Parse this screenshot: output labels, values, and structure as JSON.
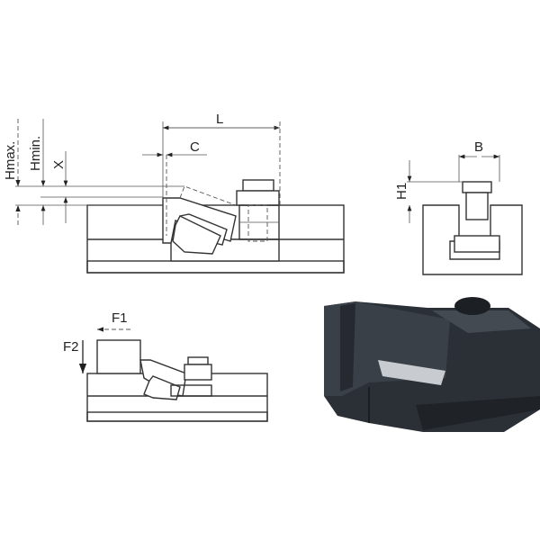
{
  "labels": {
    "hmax": "Hmax.",
    "hmin": "Hmin.",
    "x": "X",
    "l": "L",
    "c": "C",
    "b": "B",
    "h1": "H1",
    "f1": "F1",
    "f2": "F2"
  },
  "colors": {
    "line": "#333333",
    "photo": "#2b3037"
  }
}
